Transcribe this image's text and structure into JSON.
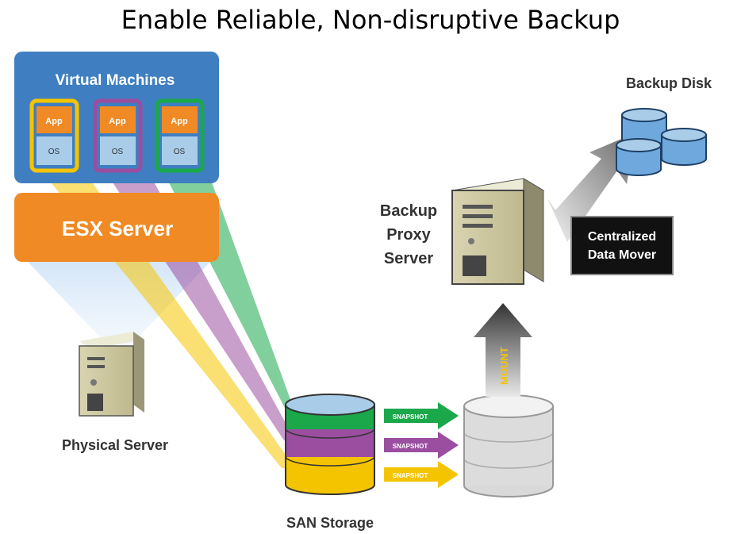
{
  "title": "Enable Reliable, Non-disruptive Backup",
  "vm_panel": {
    "label": "Virtual Machines",
    "machines": [
      {
        "app": "App",
        "os": "OS",
        "color": "#f5c400"
      },
      {
        "app": "App",
        "os": "OS",
        "color": "#9b4ea0"
      },
      {
        "app": "App",
        "os": "OS",
        "color": "#1aa84a"
      }
    ]
  },
  "esx_label": "ESX Server",
  "physical_server_label": "Physical Server",
  "san_label": "SAN Storage",
  "snapshots": [
    "SNAPSHOT",
    "SNAPSHOT",
    "SNAPSHOT"
  ],
  "mount_label": "MOUNT",
  "proxy_label": [
    "Backup",
    "Proxy",
    "Server"
  ],
  "data_mover_label": [
    "Centralized",
    "Data Mover"
  ],
  "backup_disk_label": "Backup Disk",
  "colors": {
    "vm_panel": "#3f7fc1",
    "esx": "#f08a24",
    "yellow": "#f5c400",
    "purple": "#9b4ea0",
    "green": "#1aa84a",
    "disk_blue": "#6fa8dc"
  }
}
